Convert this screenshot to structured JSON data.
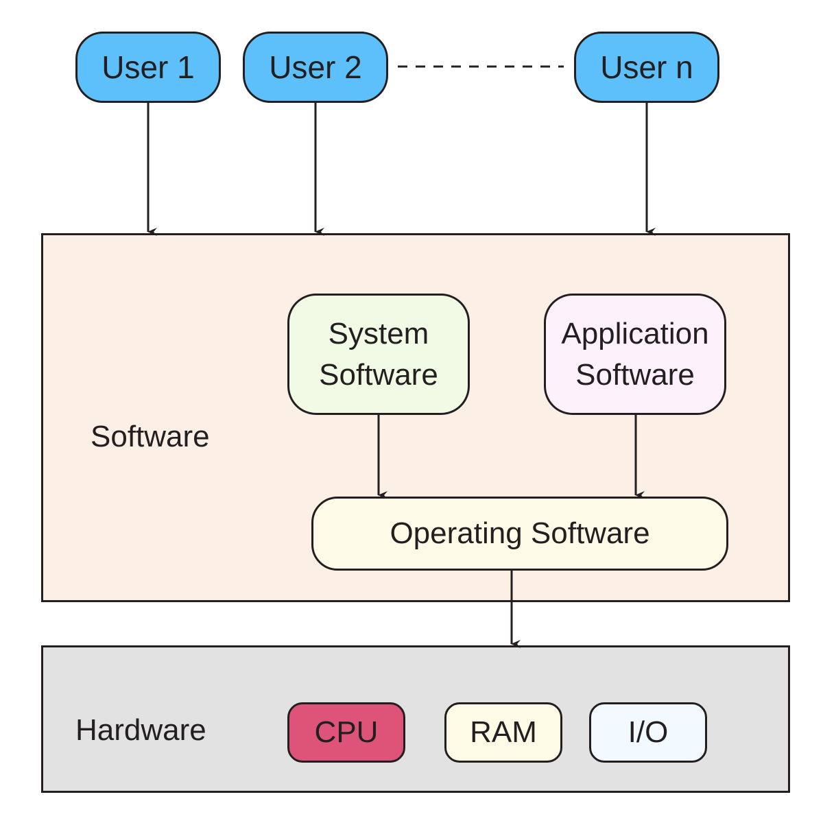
{
  "users": [
    {
      "label": "User 1"
    },
    {
      "label": "User 2"
    },
    {
      "label": "User n"
    }
  ],
  "software": {
    "label": "Software",
    "system_software": {
      "line1": "System",
      "line2": "Software"
    },
    "application_software": {
      "line1": "Application",
      "line2": "Software"
    },
    "operating_software": {
      "label": "Operating Software"
    }
  },
  "hardware": {
    "label": "Hardware",
    "components": [
      {
        "label": "CPU"
      },
      {
        "label": "RAM"
      },
      {
        "label": "I/O"
      }
    ]
  },
  "colors": {
    "user_fill": "#5ec0fb",
    "software_panel": "#fcefe5",
    "system_software": "#f0fae5",
    "application_software": "#fdf2fb",
    "operating_software": "#fdfbe8",
    "hardware_panel": "#e2e2e2",
    "cpu": "#dd5478",
    "ram": "#fdfae6",
    "io": "#f3faff",
    "stroke": "#231f20"
  }
}
